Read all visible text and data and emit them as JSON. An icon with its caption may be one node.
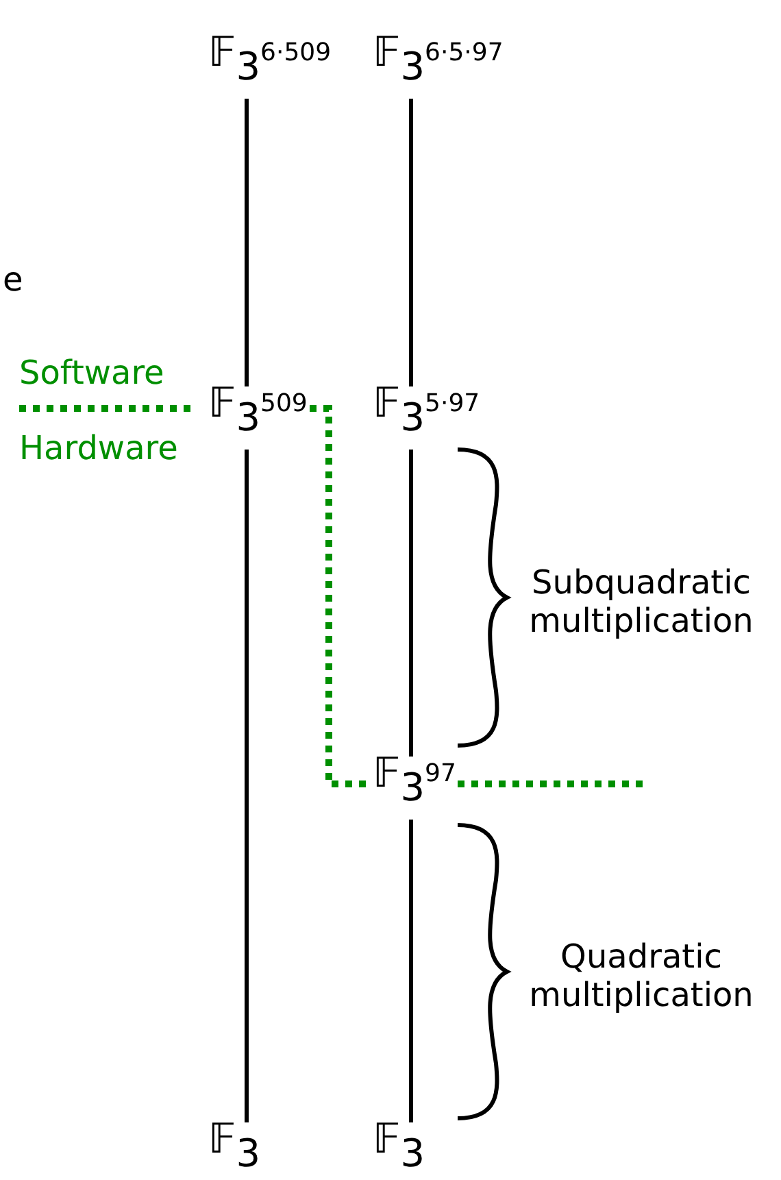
{
  "diagram": {
    "nodes": [
      {
        "text": [
          "𝔽$_{3}$$^{6·509}$"
        ]
      },
      {
        "text": [
          "𝔽$_{3}$$^{6·5·97}$"
        ]
      },
      {
        "text": [
          "𝔽$_{3}$$^{509}$"
        ]
      },
      {
        "text": [
          "𝔽$_{3}$$^{5·97}$"
        ]
      },
      {
        "text": [
          "𝔽$_{3}$$^{97}$"
        ]
      },
      {
        "text": [
          "𝔽$_{3}$"
        ]
      },
      {
        "text": [
          "𝔽$_{3}$"
        ]
      }
    ],
    "edges": [
      {
        "from": 0,
        "to": 2,
        "arrow": "none"
      },
      {
        "from": 1,
        "to": 3,
        "arrow": "none"
      },
      {
        "from": 2,
        "to": 5,
        "arrow": "none"
      },
      {
        "from": 3,
        "to": 4,
        "arrow": "none"
      },
      {
        "from": 4,
        "to": 6,
        "arrow": "none"
      }
    ],
    "labels": [
      "e",
      "Software",
      "Hardware",
      "Subquadratic multiplication",
      "Quadratic multiplication"
    ]
  }
}
